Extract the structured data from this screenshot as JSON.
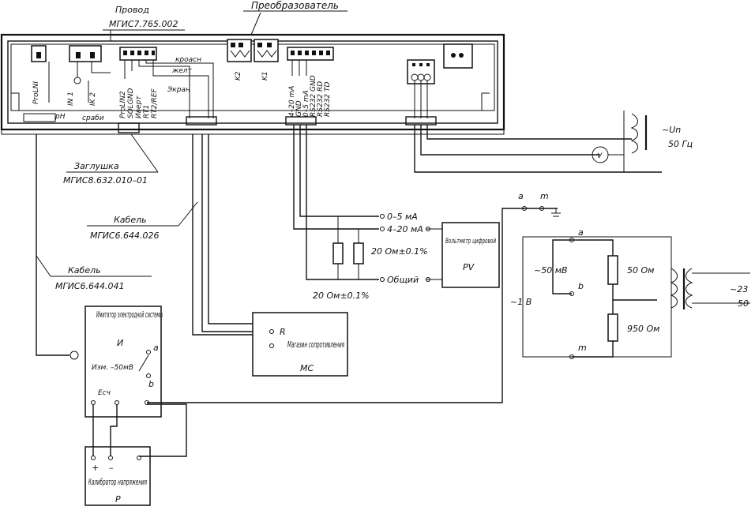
{
  "header": {
    "converter": "Преобразователь",
    "wire_title": "Провод",
    "wire_code": "МГИС7.765.002"
  },
  "converter_pins": {
    "left_block": [
      "ProLNI",
      "IN 1",
      "IK 2"
    ],
    "mid_block": [
      "ProLIN2",
      "SOLGND",
      "Иверт",
      "RT1",
      "RT2/REF"
    ],
    "wire_colors": [
      "кроасн",
      "желт",
      "Экран"
    ],
    "relays": [
      "K2",
      "K1"
    ],
    "outputs": [
      "4–20 mA",
      "GND",
      "0–5 mA",
      "RS232 GND",
      "RS232 RD",
      "RS232 TD"
    ],
    "bottom_labels": [
      "pH",
      "сраби"
    ]
  },
  "callouts": {
    "plug_title": "Заглушка",
    "plug_code": "МГИС8.632.010–01",
    "cable1_title": "Кабель",
    "cable1_code": "МГИС6.644.026",
    "cable2_title": "Кабель",
    "cable2_code": "МГИС6.644.041"
  },
  "simulator": {
    "title": "Имитатор электродной системы",
    "id": "И",
    "measure_label": "Изм. –50мВ",
    "term_a": "a",
    "term_b": "b",
    "emf_label": "Ecч"
  },
  "resistance_box": {
    "title": "Магазин сопротивления",
    "id": "МС",
    "term_r": "R"
  },
  "outputs": {
    "o1": "0–5 мА",
    "o2": "4–20 мА",
    "common": "Общий",
    "res_label_1": "20 Ом±0.1%",
    "res_label_2": "20 Ом±0.1%"
  },
  "voltmeter": {
    "title": "Вольтметр цифровой",
    "id": "PV"
  },
  "calibrator": {
    "title": "Калибратор напряжения",
    "id": "P",
    "plus": "+",
    "minus": "–"
  },
  "power": {
    "supply": "~Un",
    "freq": "50 Гц",
    "meter": "V"
  },
  "divider": {
    "term_a": "a",
    "term_m": "m",
    "term_a2": "a",
    "term_b": "b",
    "term_m2": "m",
    "mv_label": "~50 мВ",
    "v_label": "~1 В",
    "r1": "50 Ом",
    "r2": "950 Ом",
    "mains": "~23",
    "mains_freq": "50"
  }
}
